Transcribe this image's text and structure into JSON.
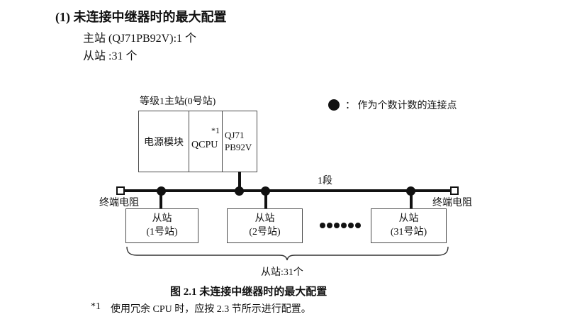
{
  "section": {
    "heading": "(1) 未连接中继器时的最大配置",
    "master_line": "主站 (QJ71PB92V):1 个",
    "slave_line": "从站 :31 个"
  },
  "diagram": {
    "master_label": "等级1主站(0号站)",
    "master_cells": {
      "power": "电源模块",
      "cpu": "QCPU",
      "cpu_note": "*1",
      "pb_line1": "QJ71",
      "pb_line2": "PB92V"
    },
    "legend_text": "： 作为个数计数的连接点",
    "segment_label": "1段",
    "terminator_left": "终端电阻",
    "terminator_right": "终端电阻",
    "slaves": [
      {
        "line1": "从站",
        "line2": "(1号站)"
      },
      {
        "line1": "从站",
        "line2": "(2号站)"
      },
      {
        "line1": "从站",
        "line2": "(31号站)"
      }
    ],
    "brace_label": "从站:31个"
  },
  "caption": "图 2.1 未连接中继器时的最大配置",
  "footnote": {
    "marker": "*1",
    "text": "使用冗余 CPU 时，应按 2.3 节所示进行配置。"
  },
  "colors": {
    "text": "#111111",
    "line": "#111111",
    "box_border": "#4a4a4a",
    "background": "#ffffff"
  }
}
